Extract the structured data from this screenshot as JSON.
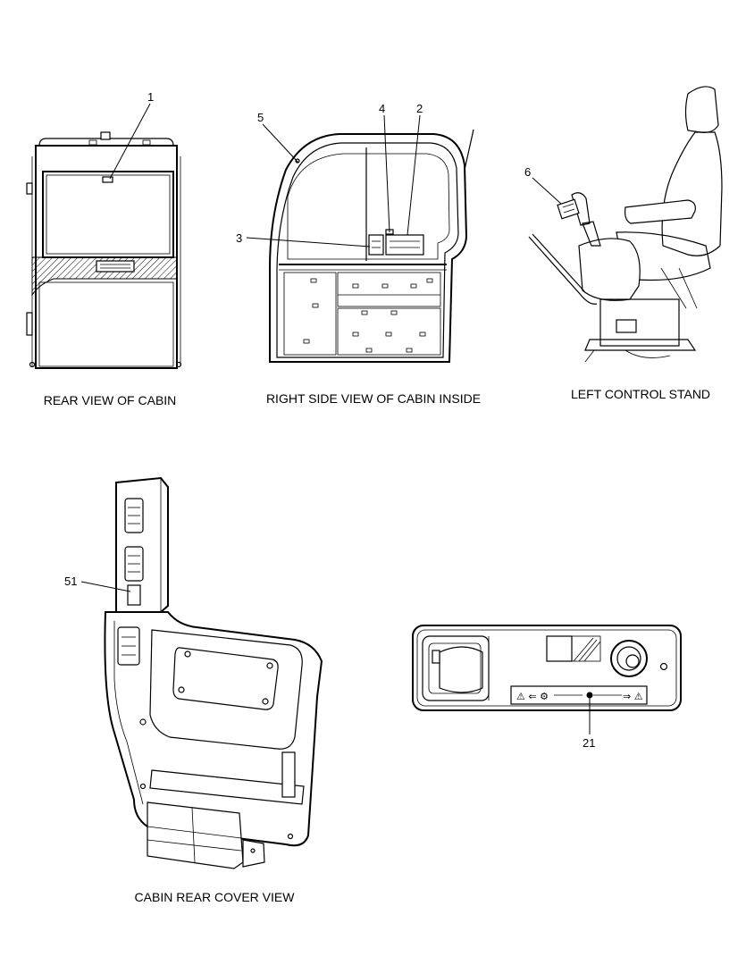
{
  "captions": {
    "rear_view": "REAR VIEW OF CABIN",
    "right_side_view": "RIGHT SIDE VIEW OF CABIN INSIDE",
    "left_control_stand": "LEFT CONTROL STAND",
    "rear_cover_view": "CABIN REAR COVER VIEW"
  },
  "callouts": {
    "c1": "1",
    "c2": "2",
    "c3": "3",
    "c4": "4",
    "c5": "5",
    "c6": "6",
    "c51": "51",
    "c21": "21"
  },
  "colors": {
    "line": "#000000",
    "background": "#ffffff"
  }
}
